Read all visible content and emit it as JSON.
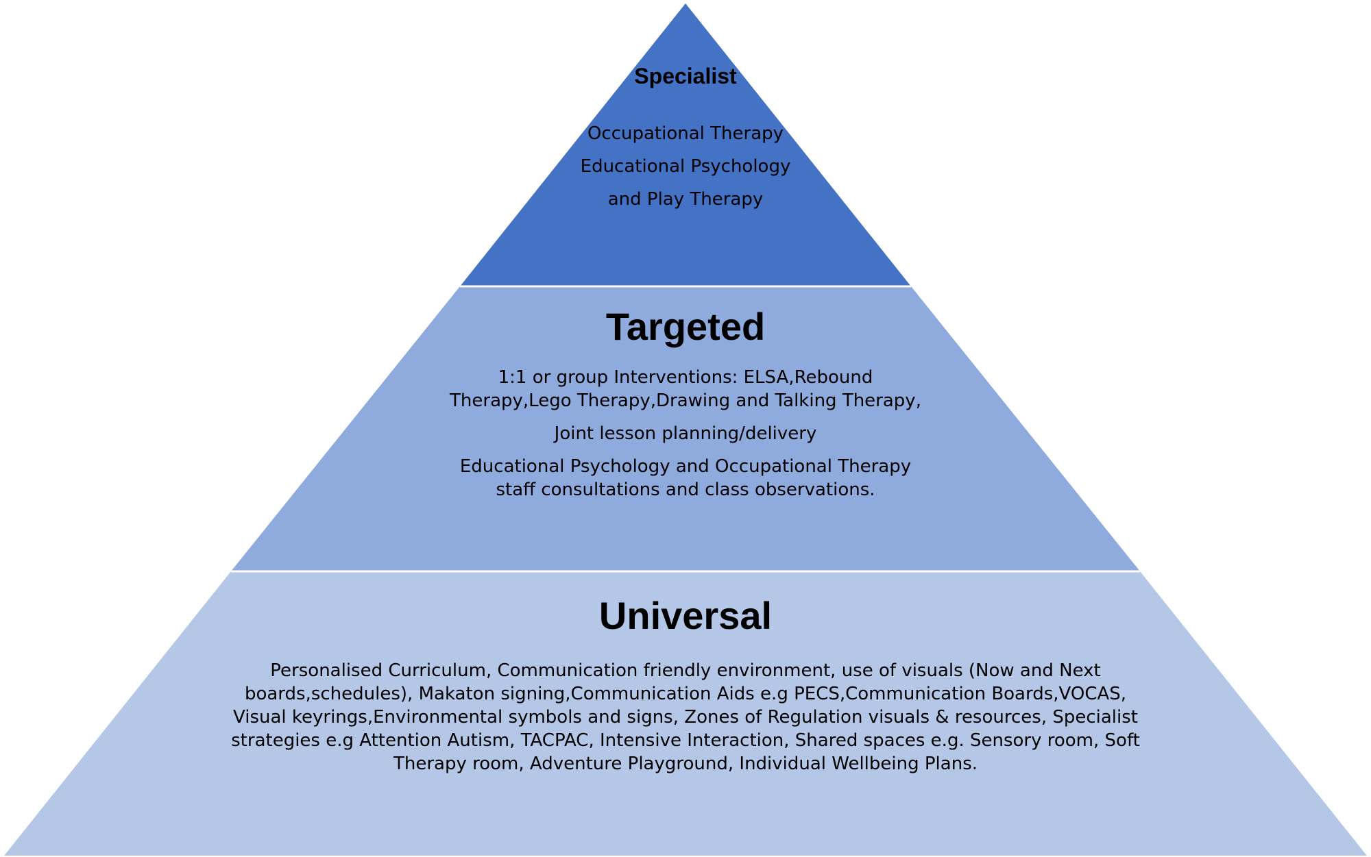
{
  "colors": {
    "specialist_fill": "#4472C4",
    "targeted_fill": "#8FAADC",
    "universal_fill": "#B4C7E7",
    "divider": "#FFFFFF"
  },
  "pyramid": {
    "specialist": {
      "title": "Specialist",
      "items": [
        "Occupational Therapy",
        "Educational Psychology",
        "and Play Therapy"
      ]
    },
    "targeted": {
      "title": "Targeted",
      "items": [
        "1:1 or group Interventions: ELSA,Rebound Therapy,Lego Therapy,Drawing and Talking Therapy,",
        "Joint lesson planning/delivery",
        "Educational Psychology and Occupational Therapy staff consultations and class observations."
      ]
    },
    "universal": {
      "title": "Universal",
      "body": "Personalised Curriculum, Communication friendly environment, use of visuals (Now and Next boards,schedules), Makaton signing,Communication Aids e.g PECS,Communication Boards,VOCAS, Visual keyrings,Environmental symbols and signs, Zones of Regulation visuals & resources, Specialist strategies e.g Attention Autism, TACPAC, Intensive Interaction, Shared spaces e.g. Sensory room, Soft Therapy room, Adventure Playground, Individual Wellbeing Plans."
    }
  }
}
